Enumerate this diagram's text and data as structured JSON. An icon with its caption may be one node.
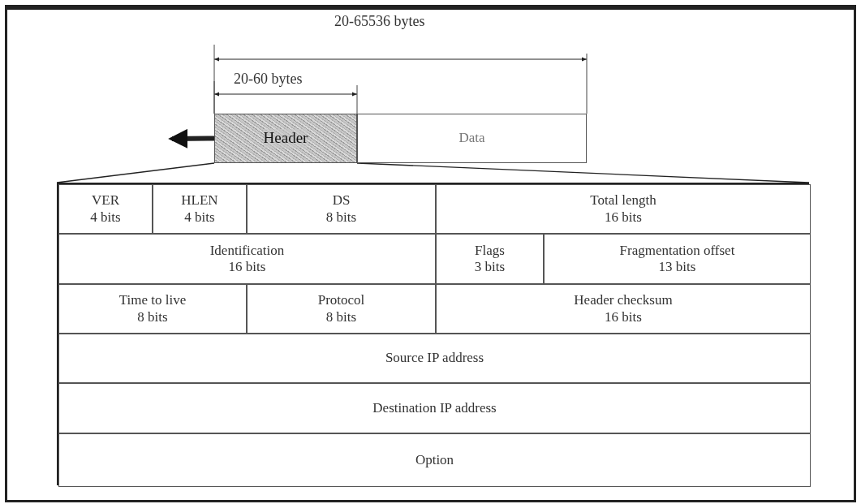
{
  "diagram": {
    "nodes": [
      {
        "text": [
          "Header"
        ]
      },
      {
        "text": [
          "Data"
        ]
      },
      {
        "text": [],
        "shape": "box"
      },
      {
        "text": [
          "VER",
          "4 bits"
        ],
        "in": 2
      },
      {
        "text": [
          "HLEN",
          "4 bits"
        ],
        "in": 2
      },
      {
        "text": [
          "DS",
          "8 bits"
        ],
        "in": 2
      },
      {
        "text": [
          "Total length",
          "16 bits"
        ],
        "in": 2
      },
      {
        "text": [
          "Identification",
          "16 bits"
        ],
        "in": 2
      },
      {
        "text": [
          "Flags",
          "3 bits"
        ],
        "in": 2
      },
      {
        "text": [
          "Fragmentation offset",
          "13 bits"
        ],
        "in": 2
      },
      {
        "text": [
          "Time to live",
          "8 bits"
        ],
        "in": 2
      },
      {
        "text": [
          "Protocol",
          "8 bits"
        ],
        "in": 2
      },
      {
        "text": [
          "Header checksum",
          "16 bits"
        ],
        "in": 2
      },
      {
        "text": [
          "Source IP address"
        ],
        "in": 2
      },
      {
        "text": [
          "Destination IP address"
        ],
        "in": 2
      },
      {
        "text": [
          "Option"
        ],
        "in": 2
      }
    ],
    "edges": [
      {
        "from": 0,
        "to": null,
        "arrow": "to",
        "style": "thick"
      },
      {
        "from": 0,
        "to": 2,
        "arrow": "none"
      },
      {
        "from": 0,
        "to": 2,
        "arrow": "none"
      }
    ],
    "labels": [
      "20-65536 bytes",
      "20-60 bytes"
    ]
  }
}
